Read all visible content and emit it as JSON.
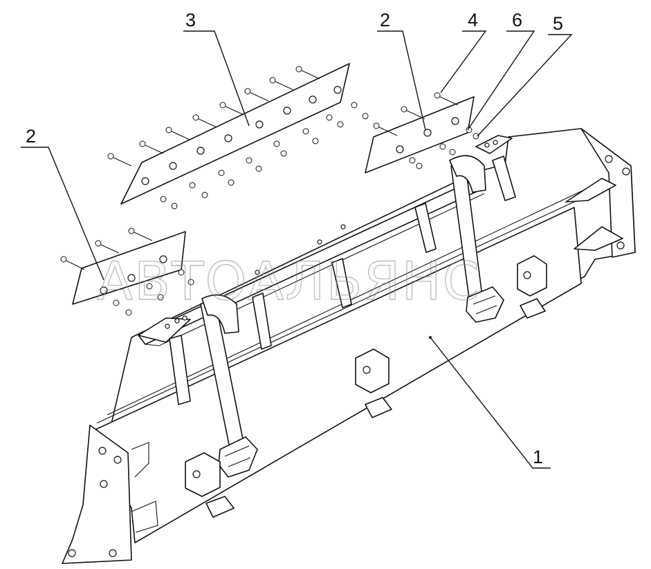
{
  "watermark": "АВТОАЛЬЯНС",
  "callouts": [
    {
      "id": "c3",
      "label": "3"
    },
    {
      "id": "c2a",
      "label": "2"
    },
    {
      "id": "c2b",
      "label": "2"
    },
    {
      "id": "c4",
      "label": "4"
    },
    {
      "id": "c6",
      "label": "6"
    },
    {
      "id": "c5",
      "label": "5"
    },
    {
      "id": "c1",
      "label": "1"
    }
  ]
}
